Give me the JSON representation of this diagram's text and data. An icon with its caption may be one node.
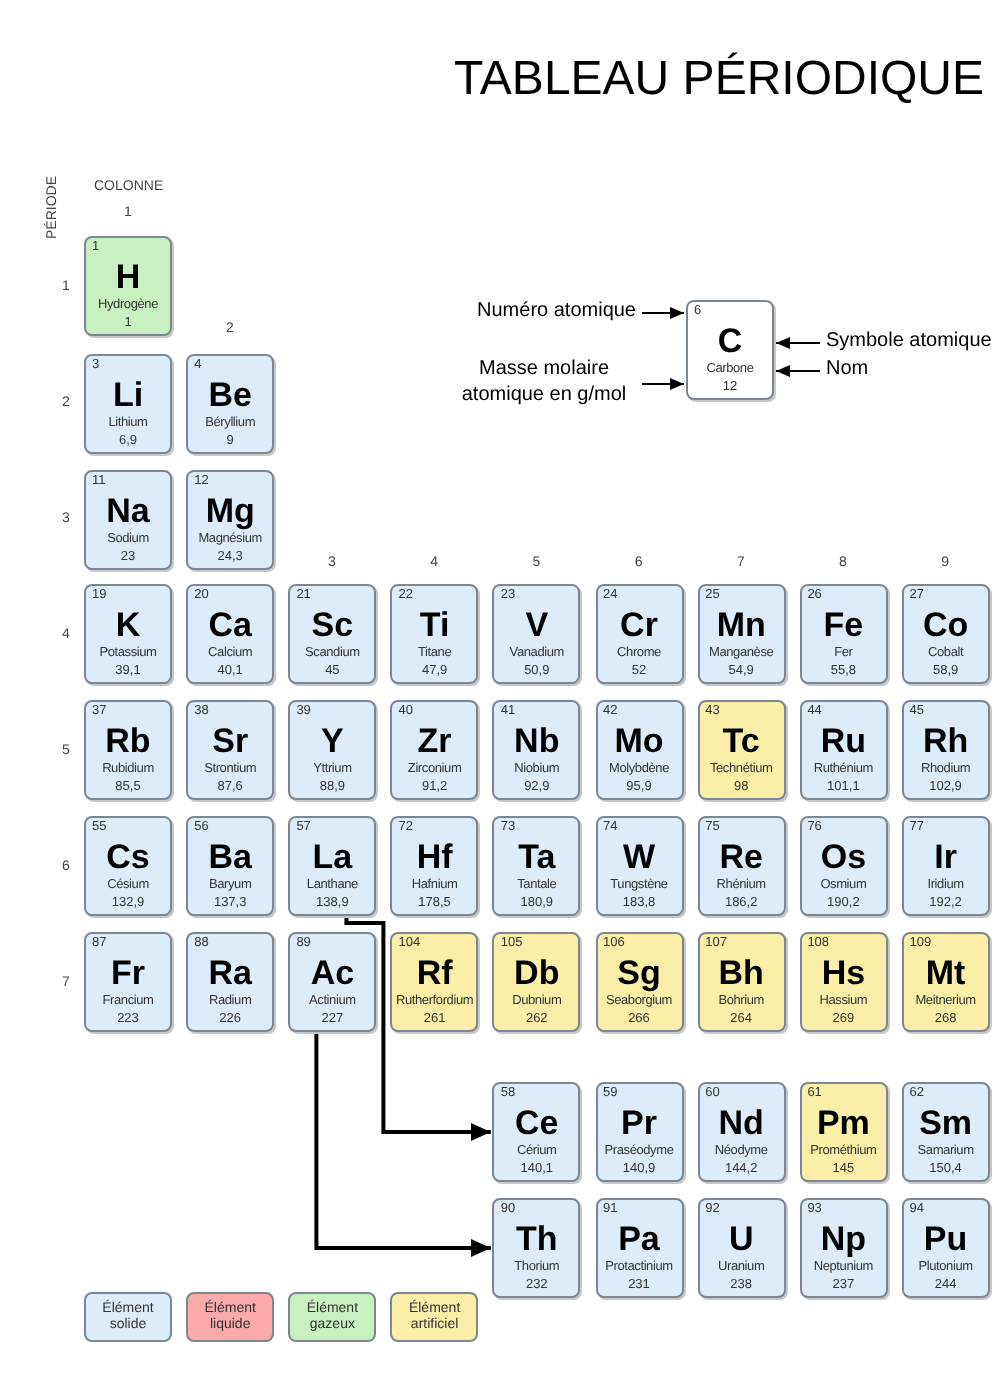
{
  "diagram": {
    "title": "TABLEAU PÉRIODIQUE",
    "nodes": [
      {
        "text": [
          "1",
          "H",
          "Hydrogène",
          "1"
        ]
      },
      {
        "text": [
          "Numéro atomique"
        ]
      },
      {
        "text": [
          "6",
          "C",
          "Carbone",
          "12"
        ]
      },
      {
        "text": [
          "Symbole atomique"
        ]
      },
      {
        "text": [
          "Nom"
        ]
      },
      {
        "text": [
          "Masse molaire atomique en g/mol"
        ]
      },
      {
        "text": [
          "3",
          "Li",
          "Lithium",
          "6,9"
        ]
      },
      {
        "text": [
          "4",
          "Be",
          "Béryllium",
          "9"
        ]
      },
      {
        "text": [
          "11",
          "Na",
          "Sodium",
          "23"
        ]
      },
      {
        "text": [
          "12",
          "Mg",
          "Magnésium",
          "24,3"
        ]
      },
      {
        "text": [
          "19",
          "K",
          "Potassium",
          "39,1"
        ]
      },
      {
        "text": [
          "20",
          "Ca",
          "Calcium",
          "40,1"
        ]
      },
      {
        "text": [
          "21",
          "Sc",
          "Scandium",
          "45"
        ]
      },
      {
        "text": [
          "22",
          "Ti",
          "Titane",
          "47,9"
        ]
      },
      {
        "text": [
          "23",
          "V",
          "Vanadium",
          "50,9"
        ]
      },
      {
        "text": [
          "24",
          "Cr",
          "Chrome",
          "52"
        ]
      },
      {
        "text": [
          "25",
          "Mn",
          "Manganèse",
          "54,9"
        ]
      },
      {
        "text": [
          "26",
          "Fe",
          "Fer",
          "55,8"
        ]
      },
      {
        "text": [
          "27",
          "Co",
          "Cobalt",
          "58,9"
        ]
      },
      {
        "text": [
          "37",
          "Rb",
          "Rubidium",
          "85,5"
        ]
      },
      {
        "text": [
          "38",
          "Sr",
          "Strontium",
          "87,6"
        ]
      },
      {
        "text": [
          "39",
          "Y",
          "Yttrium",
          "88,9"
        ]
      },
      {
        "text": [
          "40",
          "Zr",
          "Zirconium",
          "91,2"
        ]
      },
      {
        "text": [
          "41",
          "Nb",
          "Niobium",
          "92,9"
        ]
      },
      {
        "text": [
          "42",
          "Mo",
          "Molybdène",
          "95,9"
        ]
      },
      {
        "text": [
          "43",
          "Tc",
          "Technétium",
          "98"
        ]
      },
      {
        "text": [
          "44",
          "Ru",
          "Ruthénium",
          "101,1"
        ]
      },
      {
        "text": [
          "45",
          "Rh",
          "Rhodium",
          "102,9"
        ]
      },
      {
        "text": [
          "55",
          "Cs",
          "Césium",
          "132,9"
        ]
      },
      {
        "text": [
          "56",
          "Ba",
          "Baryum",
          "137,3"
        ]
      },
      {
        "text": [
          "57",
          "La",
          "Lanthane",
          "138,9"
        ]
      },
      {
        "text": [
          "72",
          "Hf",
          "Hafnium",
          "178,5"
        ]
      },
      {
        "text": [
          "73",
          "Ta",
          "Tantale",
          "180,9"
        ]
      },
      {
        "text": [
          "74",
          "W",
          "Tungstène",
          "183,8"
        ]
      },
      {
        "text": [
          "75",
          "Re",
          "Rhénium",
          "186,2"
        ]
      },
      {
        "text": [
          "76",
          "Os",
          "Osmium",
          "190,2"
        ]
      },
      {
        "text": [
          "77",
          "Ir",
          "Iridium",
          "192,2"
        ]
      },
      {
        "text": [
          "87",
          "Fr",
          "Francium",
          "223"
        ]
      },
      {
        "text": [
          "88",
          "Ra",
          "Radium",
          "226"
        ]
      },
      {
        "text": [
          "89",
          "Ac",
          "Actinium",
          "227"
        ]
      },
      {
        "text": [
          "104",
          "Rf",
          "Rutherfordium",
          "261"
        ]
      },
      {
        "text": [
          "105",
          "Db",
          "Dubnium",
          "262"
        ]
      },
      {
        "text": [
          "106",
          "Sg",
          "Seaborgium",
          "266"
        ]
      },
      {
        "text": [
          "107",
          "Bh",
          "Bohrium",
          "264"
        ]
      },
      {
        "text": [
          "108",
          "Hs",
          "Hassium",
          "269"
        ]
      },
      {
        "text": [
          "109",
          "Mt",
          "Meitnerium",
          "268"
        ]
      },
      {
        "text": [
          "58",
          "Ce",
          "Cérium",
          "140,1"
        ]
      },
      {
        "text": [
          "59",
          "Pr",
          "Praséodyme",
          "140,9"
        ]
      },
      {
        "text": [
          "60",
          "Nd",
          "Néodyme",
          "144,2"
        ]
      },
      {
        "text": [
          "61",
          "Pm",
          "Prométhium",
          "145"
        ]
      },
      {
        "text": [
          "62",
          "Sm",
          "Samarium",
          "150,4"
        ]
      },
      {
        "text": [
          "90",
          "Th",
          "Thorium",
          "232"
        ]
      },
      {
        "text": [
          "91",
          "Pa",
          "Protactinium",
          "231"
        ]
      },
      {
        "text": [
          "92",
          "U",
          "Uranium",
          "238"
        ]
      },
      {
        "text": [
          "93",
          "Np",
          "Neptunium",
          "237"
        ]
      },
      {
        "text": [
          "94",
          "Pu",
          "Plutonium",
          "244"
        ]
      }
    ],
    "edges": [
      {
        "from": 1,
        "to": 2,
        "arrow": "to"
      },
      {
        "from": 3,
        "to": 2,
        "arrow": "to"
      },
      {
        "from": 4,
        "to": 2,
        "arrow": "to"
      },
      {
        "from": 5,
        "to": 2,
        "arrow": "to"
      },
      {
        "from": 30,
        "to": 46,
        "arrow": "to"
      },
      {
        "from": 39,
        "to": 51,
        "arrow": "to"
      }
    ],
    "labels": [
      "PÉRIODE",
      "COLONNE",
      "1",
      "1",
      "2",
      "2",
      "3",
      "3",
      "4",
      "5",
      "6",
      "7",
      "8",
      "9",
      "4",
      "5",
      "6",
      "7"
    ],
    "legend": [
      {
        "text": "Élément solide",
        "color": "#ddecfb"
      },
      {
        "text": "Élément liquide",
        "color": "#fbaaaa"
      },
      {
        "text": "Élément gazeux",
        "color": "#c8f0c0"
      },
      {
        "text": "Élément artificiel",
        "color": "#fbeea8"
      }
    ]
  }
}
